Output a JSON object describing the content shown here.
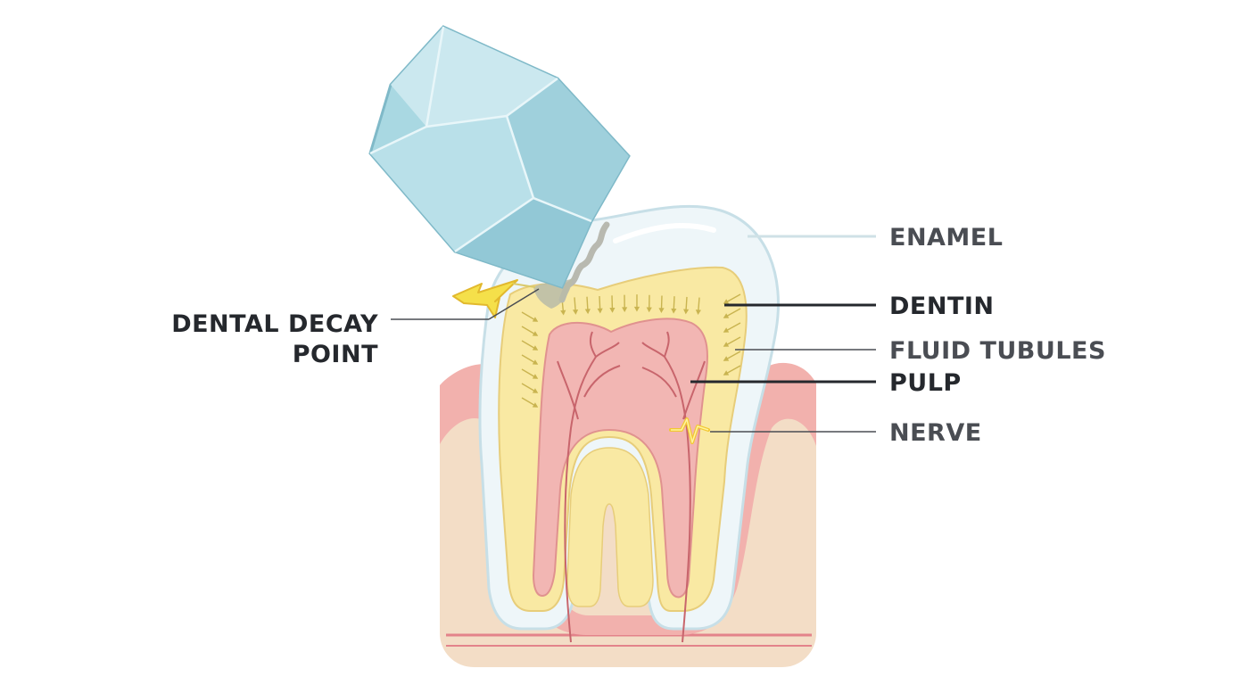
{
  "labels": {
    "enamel": "ENAMEL",
    "dentin": "DENTIN",
    "fluid_tubules": "FLUID TUBULES",
    "pulp": "PULP",
    "nerve": "NERVE",
    "decay_line1": "DENTAL DECAY",
    "decay_line2": "POINT"
  },
  "colors": {
    "enamel": "#eef6f9",
    "dentin": "#f9e9a3",
    "pulp": "#f2b6b3",
    "gum": "#f2b1ad",
    "bone": "#f3ddc6",
    "crystal": "#a9d8e2",
    "spark": "#f5e04a"
  },
  "icons": [
    "ice-crystal-icon",
    "lightning-spark-icon",
    "nerve-pulse-icon"
  ]
}
